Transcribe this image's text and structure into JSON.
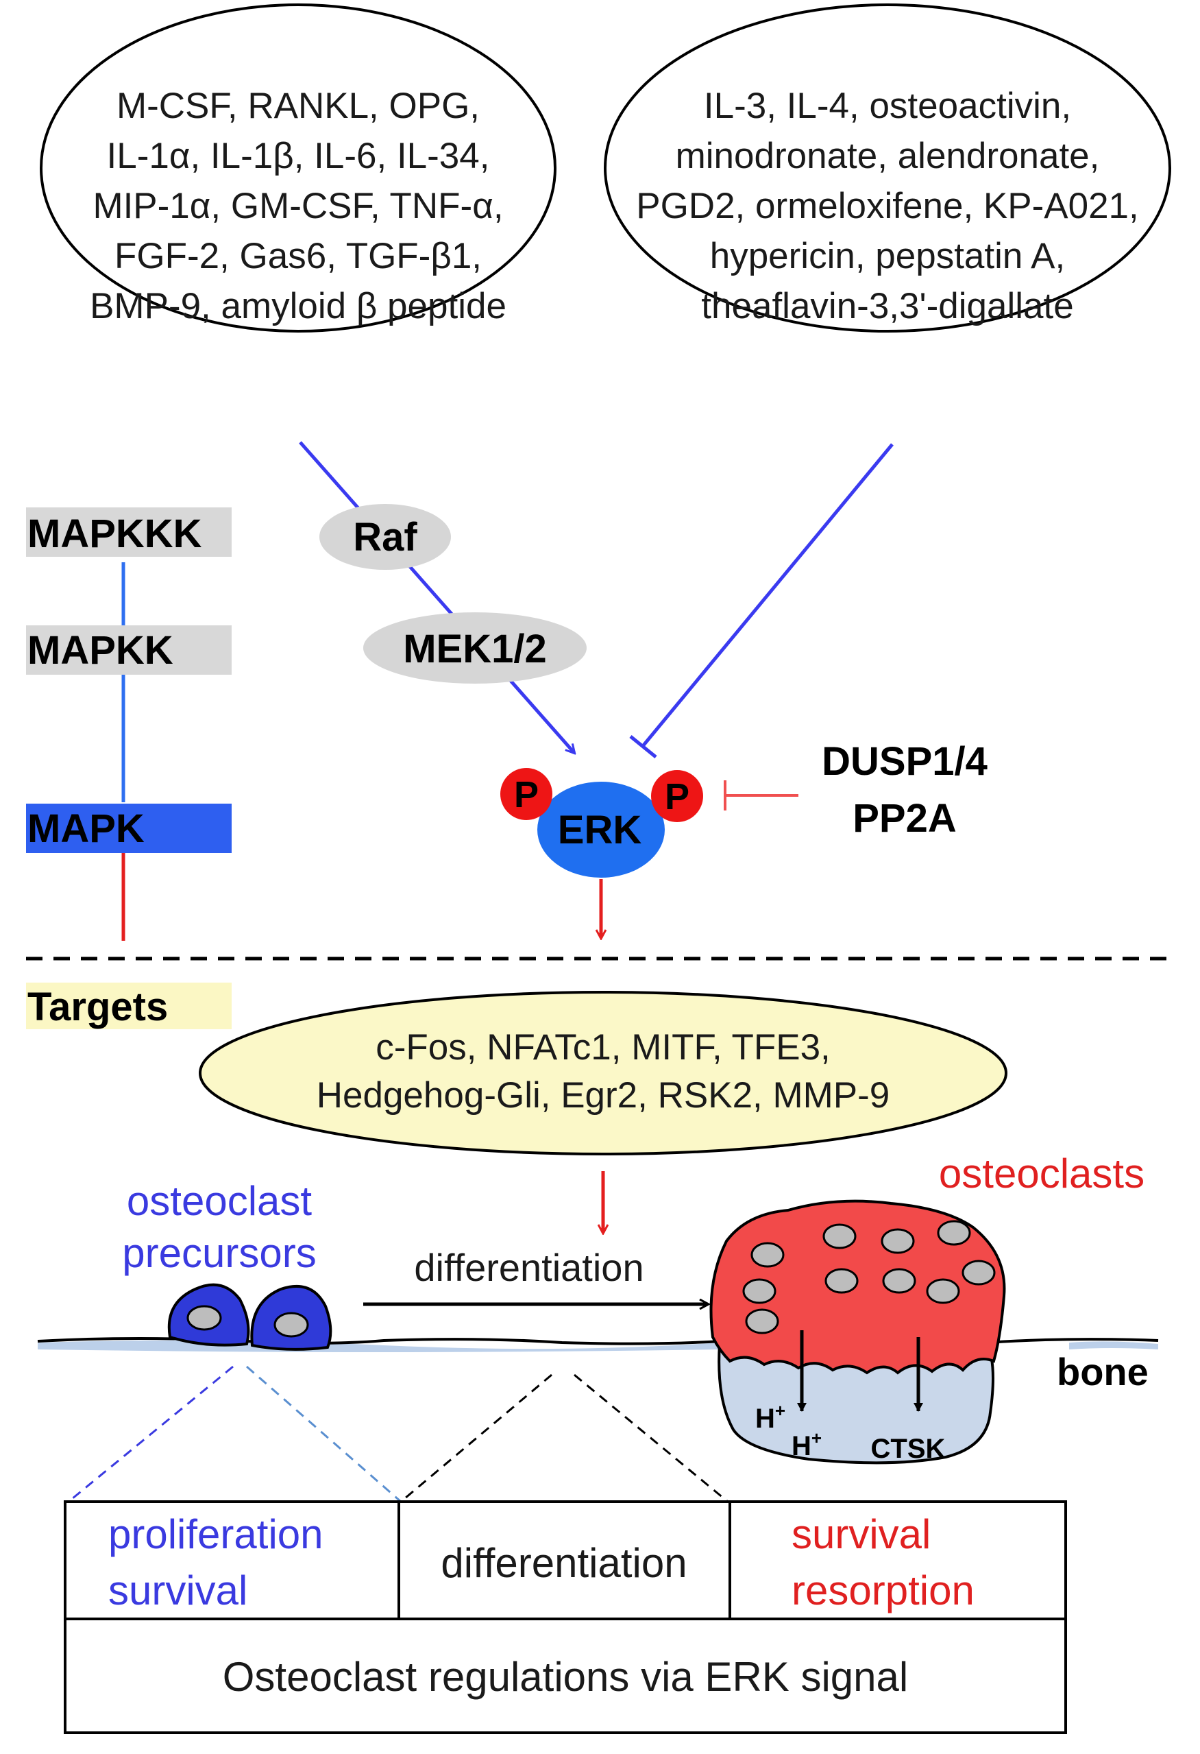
{
  "activators": {
    "lines": [
      "M-CSF, RANKL, OPG,",
      "IL-1α, IL-1β, IL-6, IL-34,",
      "MIP-1α, GM-CSF, TNF-α,",
      "FGF-2, Gas6, TGF-β1,",
      "BMP-9, amyloid β peptide"
    ]
  },
  "inhibitors": {
    "lines": [
      "IL-3, IL-4, osteoactivin,",
      "minodronate, alendronate,",
      "PGD2, ormeloxifene, KP-A021,",
      "hypericin, pepstatin A,",
      "theaflavin-3,3'-digallate"
    ]
  },
  "cascade_legend": {
    "mapkkk": "MAPKKK",
    "mapkk": "MAPKK",
    "mapk": "MAPK",
    "targets": "Targets"
  },
  "pathway": {
    "raf": "Raf",
    "mek": "MEK1/2",
    "erk": "ERK",
    "phospho": "P",
    "phosphatases": [
      "DUSP1/4",
      "PP2A"
    ]
  },
  "targets": {
    "lines": [
      "c-Fos, NFATc1, MITF, TFE3,",
      "Hedgehog-Gli, Egr2, RSK2, MMP-9"
    ]
  },
  "cells": {
    "precursors": [
      "osteoclast",
      "precursors"
    ],
    "differentiation_arrow": "differentiation",
    "osteoclasts": "osteoclasts",
    "bone": "bone",
    "proton": "H",
    "proton_charge": "+",
    "ctsk": "CTSK"
  },
  "table": {
    "col1": [
      "proliferation",
      "survival"
    ],
    "col2": "differentiation",
    "col3": [
      "survival",
      "resorption"
    ],
    "footer": "Osteoclast regulations via ERK signal"
  },
  "colors": {
    "blue_line": "#3a3af0",
    "red": "#e41f1f",
    "erk_blue": "#1f6ff0",
    "mapk_bar": "#2e5ff0",
    "gray_box": "#d8d8d8",
    "targets_fill": "#fbf8c8",
    "precursor_blue": "#2f3ad8",
    "osteoclast_red": "#f24a4a",
    "pit_blue": "#c9d7ea",
    "text_blue": "#3a3ae0",
    "text_red": "#e02020"
  }
}
